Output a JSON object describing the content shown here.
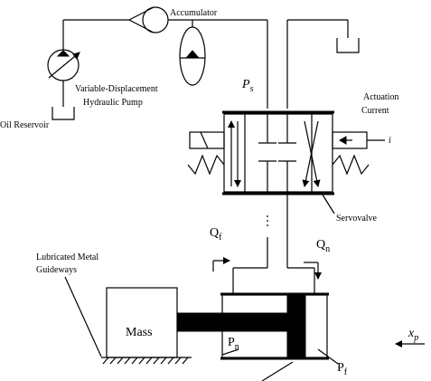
{
  "labels": {
    "accumulator": "Accumulator",
    "pump_line1": "Variable-Displacement",
    "pump_line2": "Hydraulic Pump",
    "oil_reservoir": "Oil Reservoir",
    "supply_pressure": "P",
    "supply_pressure_sub": "s",
    "actuation_line1": "Actuation",
    "actuation_line2": "Current",
    "current_symbol": "i",
    "servovalve": "Servovalve",
    "flow_f": "Q",
    "flow_f_sub": "f",
    "flow_n": "Q",
    "flow_n_sub": "n",
    "guideways_line1": "Lubricated Metal",
    "guideways_line2": "Guideways",
    "mass": "Mass",
    "pressure_n": "P",
    "pressure_n_sub": "n",
    "pressure_f": "P",
    "pressure_f_sub": "f",
    "displacement": "x",
    "displacement_sub": "p"
  }
}
